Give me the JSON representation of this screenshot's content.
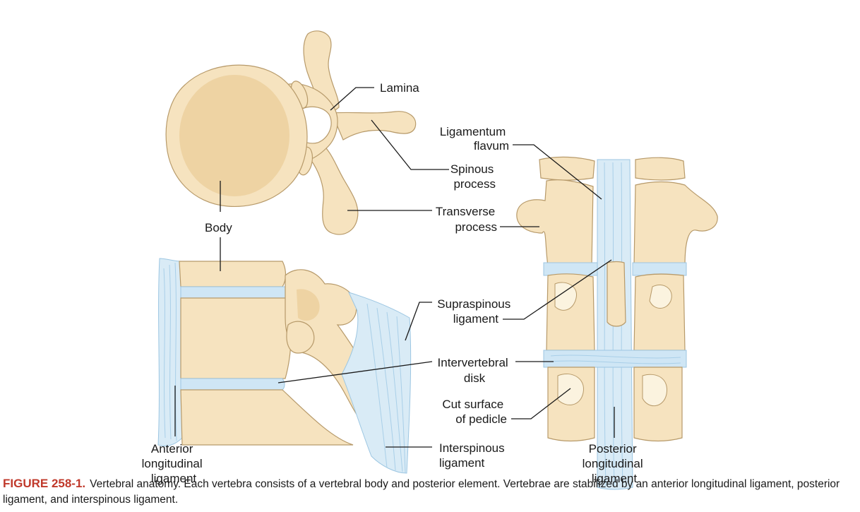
{
  "labels": {
    "lamina": "Lamina",
    "ligamentum_flavum": [
      "Ligamentum",
      "flavum"
    ],
    "spinous_process": [
      "Spinous",
      "process"
    ],
    "body": "Body",
    "transverse_process": [
      "Transverse",
      "process"
    ],
    "supraspinous_ligament": [
      "Supraspinous",
      "ligament"
    ],
    "intervertebral_disk": [
      "Intervertebral",
      "disk"
    ],
    "cut_surface_of_pedicle": [
      "Cut surface",
      "of pedicle"
    ],
    "anterior_longitudinal_ligament": [
      "Anterior",
      "longitudinal",
      "ligament"
    ],
    "interspinous_ligament": [
      "Interspinous",
      "ligament"
    ],
    "posterior_longitudinal_ligament": [
      "Posterior",
      "longitudinal",
      "ligament"
    ]
  },
  "caption": {
    "figure_number": "FIGURE 258-1.",
    "text": "Vertebral anatomy. Each vertebra consists of a vertebral body and posterior element. Vertebrae are stabilized by an anterior longitudinal ligament, posterior ligament, and interspinous ligament."
  },
  "colors": {
    "bone": "#f6e3bf",
    "ligament": "#d9ebf6",
    "caption_accent": "#c0392b"
  }
}
